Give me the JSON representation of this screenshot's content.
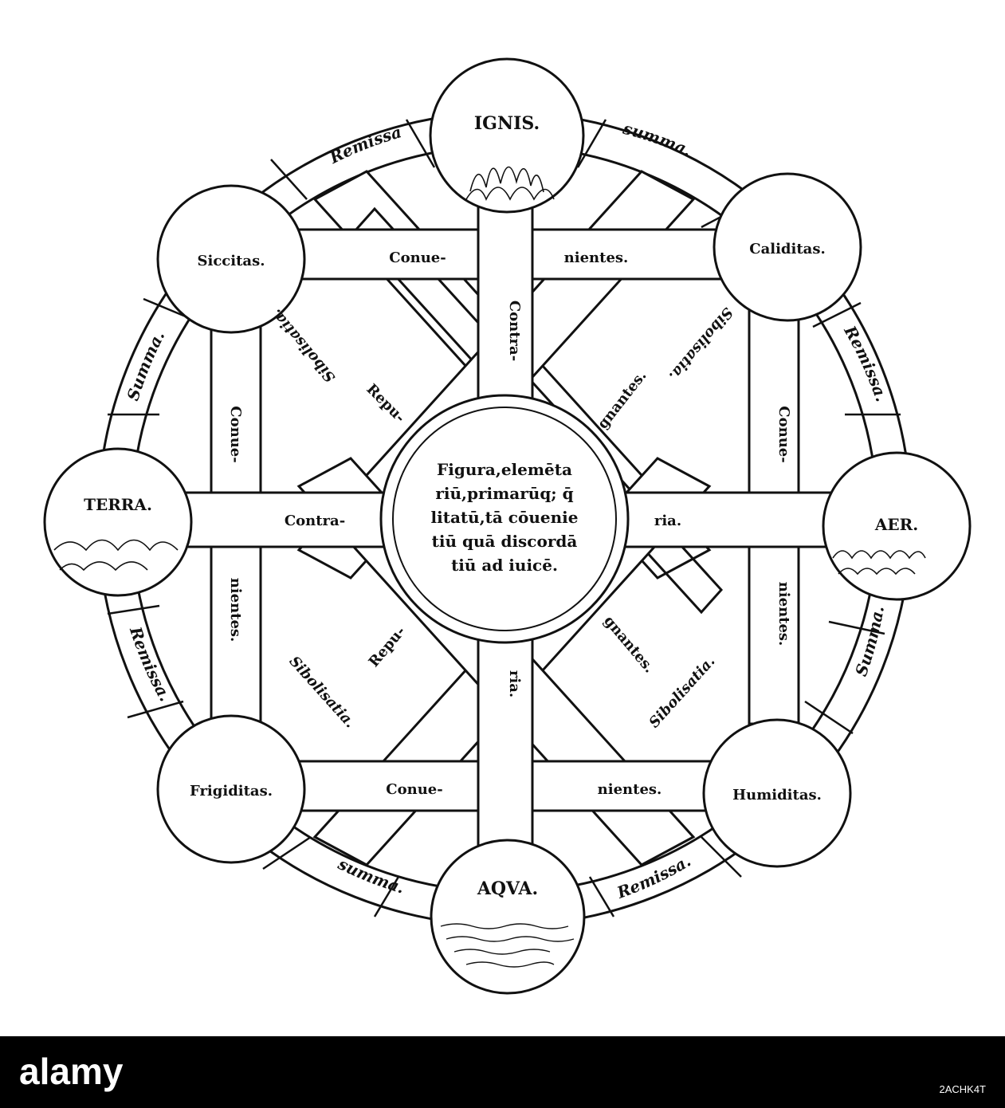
{
  "colors": {
    "ink": "#111111",
    "paper": "#ffffff",
    "footer": "#000000",
    "footer_text": "#ffffff"
  },
  "center_text": [
    "Figura,elemēta",
    "riū,primarūq; q̄",
    "litatū,tā cōuenie",
    "tiū quā discordā",
    "tiū ad iuicē."
  ],
  "nodes": {
    "ignis": "IGNIS.",
    "caliditas": "Caliditas.",
    "aer": "AER.",
    "humiditas": "Humiditas.",
    "aqua": "AQVA.",
    "frigiditas": "Frigiditas.",
    "terra": "TERRA.",
    "siccitas": "Siccitas."
  },
  "ring_labels": {
    "ignis_caliditas": "summa.",
    "caliditas_aer": "Remissa.",
    "aer_humiditas": "Summa.",
    "humiditas_aqua": "Remissa.",
    "aqua_frigiditas": "summa.",
    "frigiditas_terra": "Remissa.",
    "terra_siccitas": "Summa.",
    "siccitas_ignis": "Remissa"
  },
  "band_labels": {
    "top_left": "Conue-",
    "top_right": "nientes.",
    "bottom_left": "Conue-",
    "bottom_right": "nientes.",
    "left_upper": "Conue-",
    "left_lower": "nientes.",
    "right_upper": "Conue-",
    "right_lower": "nientes.",
    "vert_upper": "Contra-",
    "vert_lower": "ria.",
    "horiz_left": "Contra-",
    "horiz_right": "ria.",
    "diag_ul": "Repu-",
    "diag_dr": "gnantes.",
    "diag_ur": "gnantes.",
    "diag_dl": "Repu-",
    "sym_ul": "Sibolisatia.",
    "sym_ur": "Sibolisatia.",
    "sym_dl": "Sibolisatia.",
    "sym_dr": "Sibolisatia."
  },
  "footer": {
    "logo": "alamy",
    "image_id": "2ACHK4T"
  }
}
